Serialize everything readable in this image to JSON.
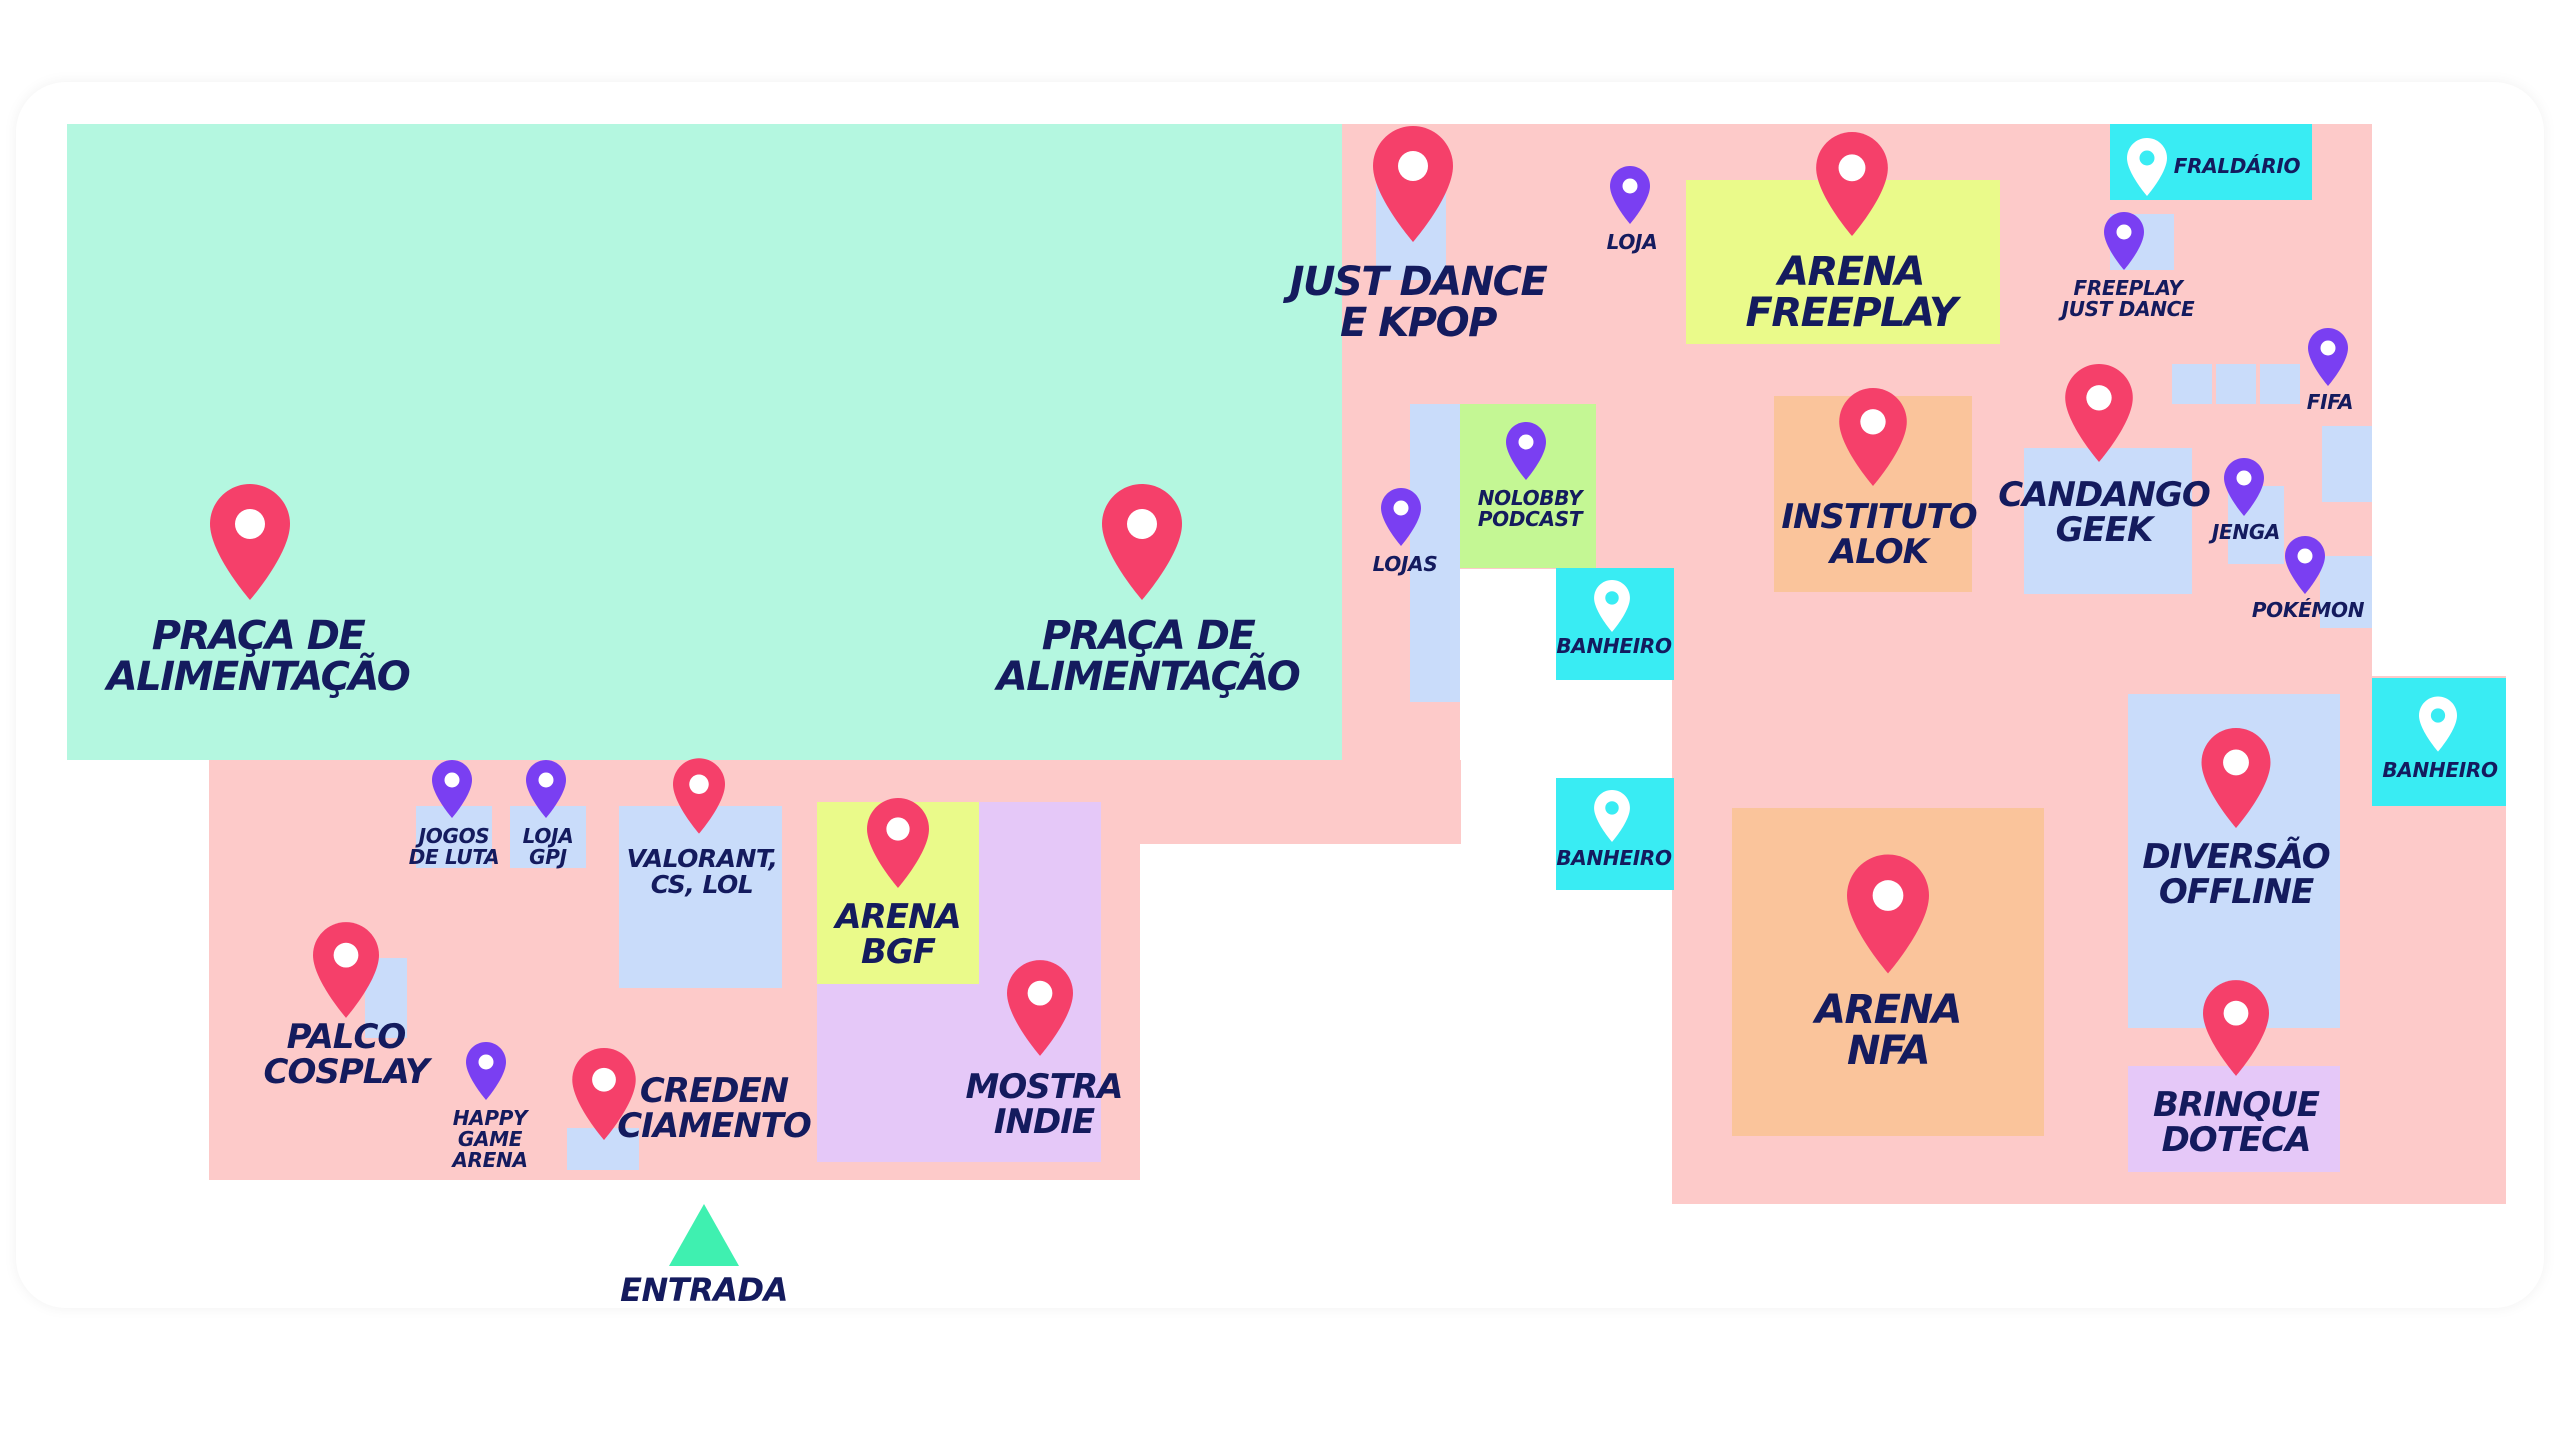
{
  "map": {
    "colors": {
      "venue": "#fdcac9",
      "food_court": "#b4f7e0",
      "booth": "#c9dcfa",
      "arena": "#eafa8a",
      "stage": "#fac49b",
      "indie": "#e5c8f8",
      "podcast": "#c4f794",
      "service": "#39ecf3",
      "pin_major": "#f5406a",
      "pin_minor": "#7a3ff2",
      "pin_service": "#ffffff",
      "text": "#141b5e",
      "entrance": "#3ff0b0"
    },
    "labels": {
      "praca1": "PRAÇA DE\nALIMENTAÇÃO",
      "praca2": "PRAÇA DE\nALIMENTAÇÃO",
      "justdance": "JUST DANCE\nE KPOP",
      "loja": "LOJA",
      "arena_freeplay": "ARENA\nFREEPLAY",
      "fraldario": "FRALDÁRIO",
      "freeplay_jd": "FREEPLAY\nJUST DANCE",
      "fifa": "FIFA",
      "nolobby": "NOLOBBY\nPODCAST",
      "lojas": "LOJAS",
      "instituto": "INSTITUTO\nALOK",
      "candango": "CANDANGO\nGEEK",
      "jenga": "JENGA",
      "pokemon": "POKÉMON",
      "banheiro1": "BANHEIRO",
      "banheiro2": "BANHEIRO",
      "banheiro3": "BANHEIRO",
      "jogos_luta": "JOGOS\nDE LUTA",
      "loja_gpj": "LOJA\nGPJ",
      "valorant": "VALORANT,\nCS, LOL",
      "arena_bgf": "ARENA\nBGF",
      "mostra_indie": "MOSTRA\nINDIE",
      "palco_cosplay": "PALCO\nCOSPLAY",
      "happy_game": "HAPPY\nGAME\nARENA",
      "credenciamento": "CREDEN\nCIAMENTO",
      "arena_nfa": "ARENA\nNFA",
      "diversao": "DIVERSÃO\nOFFLINE",
      "brinquedoteca": "BRINQUE\nDOTECA",
      "entrada": "ENTRADA"
    }
  }
}
